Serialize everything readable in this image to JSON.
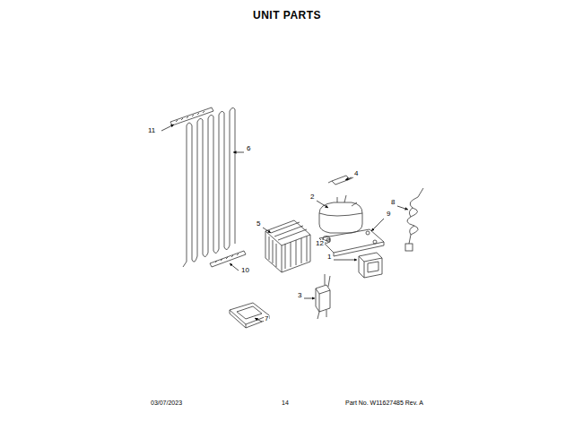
{
  "diagram": {
    "title": "UNIT PARTS",
    "labels": [
      "11",
      "6",
      "4",
      "2",
      "8",
      "5",
      "9",
      "12",
      "1",
      "10",
      "3",
      "7",
      "03/07/2023",
      "14",
      "Part No. W11627485 Rev. A"
    ]
  }
}
